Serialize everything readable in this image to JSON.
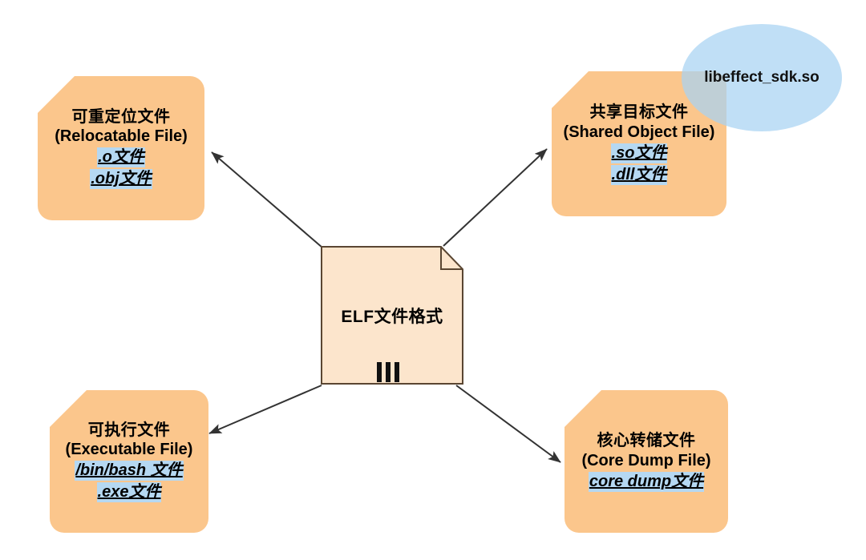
{
  "diagram": {
    "center": {
      "label": "ELF文件格式",
      "shape": "document-folded-corner",
      "fill": "#FCE5CC",
      "stroke": "#5A4632"
    },
    "nodes": [
      {
        "id": "relocatable",
        "cn": "可重定位文件",
        "en": "(Relocatable File)",
        "extensions": [
          ".o文件",
          ".obj文件"
        ]
      },
      {
        "id": "shared",
        "cn": "共享目标文件",
        "en": "(Shared Object File)",
        "extensions": [
          ".so文件",
          ".dll文件"
        ]
      },
      {
        "id": "executable",
        "cn": "可执行文件",
        "en": "(Executable File)",
        "extensions": [
          "/bin/bash 文件",
          ".exe文件"
        ]
      },
      {
        "id": "coredump",
        "cn": "核心转储文件",
        "en": "(Core Dump File)",
        "extensions": [
          "core dump文件"
        ]
      }
    ],
    "callout": {
      "text": "libeffect_sdk.so",
      "fill": "#A7D3F3"
    },
    "colors": {
      "node_fill": "#FBC68C",
      "center_fill": "#FCE5CC",
      "highlight": "#B5D8F2",
      "callout": "#A7D3F3",
      "arrow": "#333333",
      "text": "#000000"
    },
    "edges": [
      {
        "from": "center",
        "to": "relocatable"
      },
      {
        "from": "center",
        "to": "shared"
      },
      {
        "from": "center",
        "to": "executable"
      },
      {
        "from": "center",
        "to": "coredump"
      }
    ]
  }
}
